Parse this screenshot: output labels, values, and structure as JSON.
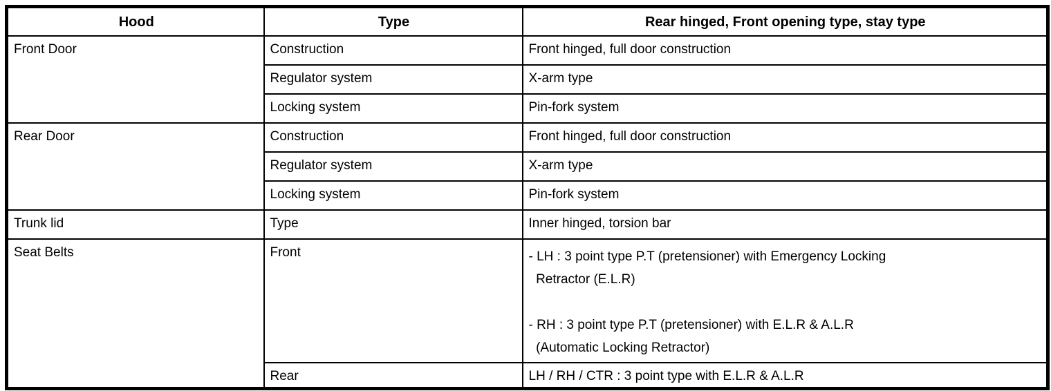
{
  "table": {
    "header": {
      "hood": "Hood",
      "type_label": "Type",
      "value": "Rear hinged, Front opening type, stay type"
    },
    "groups": [
      {
        "name": "Front Door",
        "rows": [
          {
            "type": "Construction",
            "value": "Front hinged, full door construction"
          },
          {
            "type": "Regulator system",
            "value": "X-arm type"
          },
          {
            "type": "Locking system",
            "value": "Pin-fork system"
          }
        ]
      },
      {
        "name": "Rear Door",
        "rows": [
          {
            "type": "Construction",
            "value": "Front hinged, full door construction"
          },
          {
            "type": "Regulator system",
            "value": "X-arm type"
          },
          {
            "type": "Locking system",
            "value": "Pin-fork system"
          }
        ]
      },
      {
        "name": "Trunk lid",
        "rows": [
          {
            "type": "Type",
            "value": "Inner hinged, torsion bar"
          }
        ]
      },
      {
        "name": "Seat Belts",
        "rows": [
          {
            "type": "Front",
            "value": "- LH : 3 point type P.T (pretensioner) with Emergency Locking\n  Retractor (E.L.R)\n\n- RH : 3 point type P.T (pretensioner) with E.L.R & A.L.R\n  (Automatic Locking Retractor)"
          },
          {
            "type": "Rear",
            "value": "LH / RH / CTR : 3 point type with E.L.R & A.L.R"
          }
        ]
      }
    ],
    "colors": {
      "border": "#000000",
      "text": "#000000",
      "background": "#ffffff"
    }
  }
}
